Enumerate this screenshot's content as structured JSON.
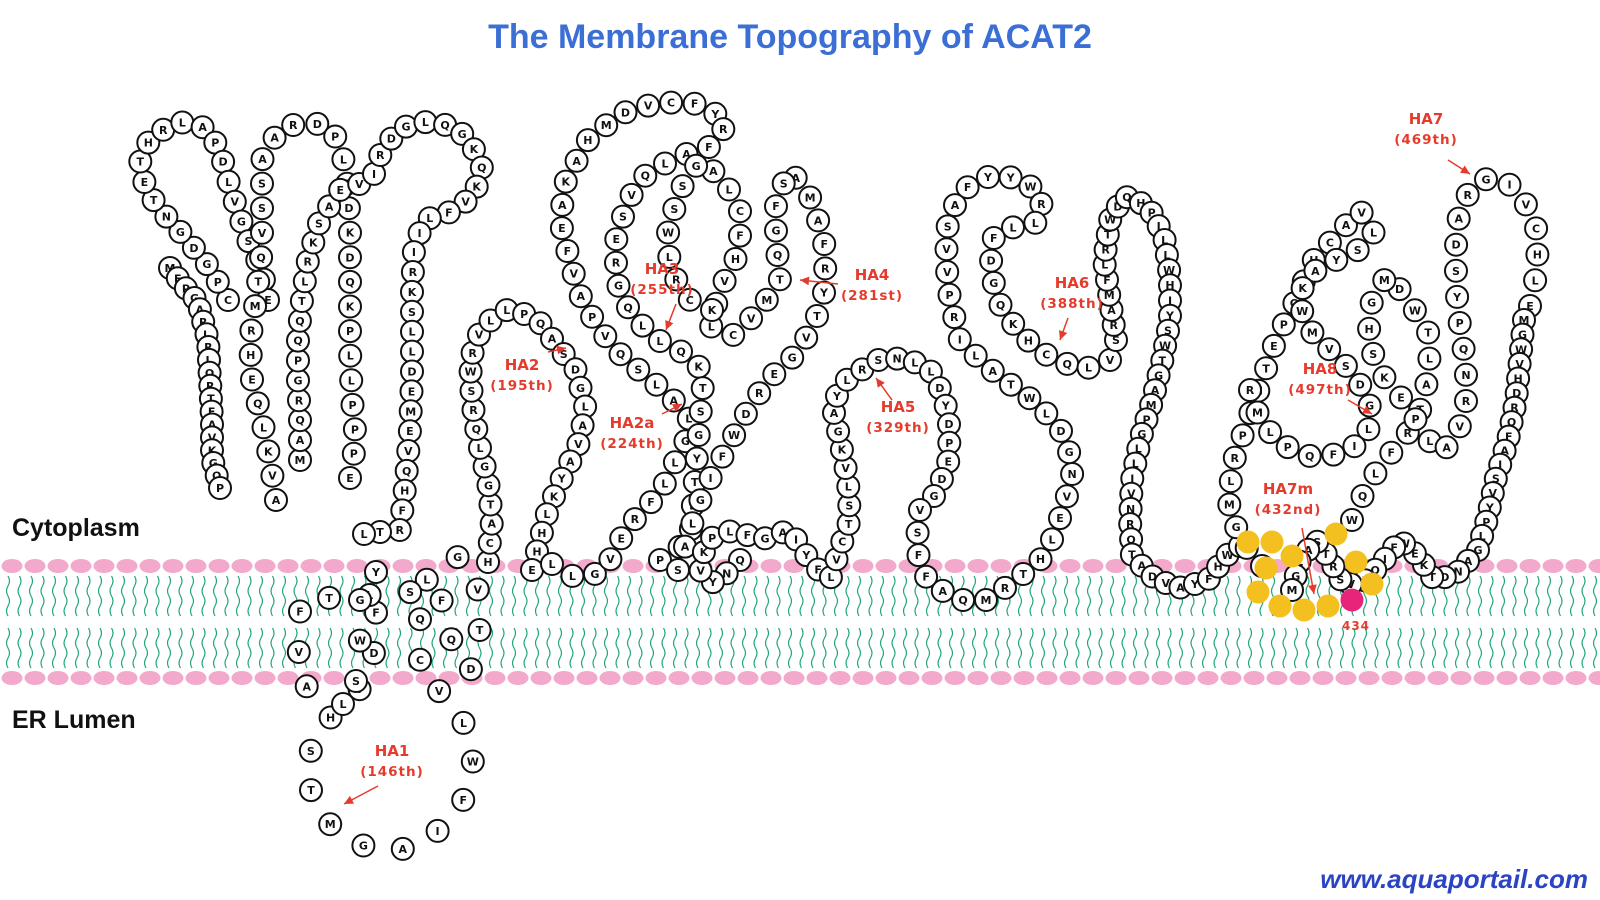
{
  "title": "The Membrane Topography of ACAT2",
  "regions": {
    "cytoplasm": "Cytoplasm",
    "lumen": "ER Lumen"
  },
  "watermark": "www.aquaportail.com",
  "catalytic_label": "434",
  "colors": {
    "title": "#3b6fd6",
    "annotation": "#e53b2c",
    "head_group": "#f3a9cc",
    "tail": "#1fa57c",
    "motif": "#f4c020",
    "catalytic": "#e8237a",
    "watermark": "#2a44c4",
    "residue_stroke": "#111111"
  },
  "annotations": [
    {
      "id": "HA1",
      "name": "HA1",
      "pos": "(146th)"
    },
    {
      "id": "HA2",
      "name": "HA2",
      "pos": "(195th)"
    },
    {
      "id": "HA2a",
      "name": "HA2a",
      "pos": "(224th)"
    },
    {
      "id": "HA3",
      "name": "HA3",
      "pos": "(255th)"
    },
    {
      "id": "HA4",
      "name": "HA4",
      "pos": "(281st)"
    },
    {
      "id": "HA5",
      "name": "HA5",
      "pos": "(329th)"
    },
    {
      "id": "HA6",
      "name": "HA6",
      "pos": "(388th)"
    },
    {
      "id": "HA7",
      "name": "HA7",
      "pos": "(469th)"
    },
    {
      "id": "HA7m",
      "name": "HA7m",
      "pos": "(432nd)"
    },
    {
      "id": "HA8",
      "name": "HA8",
      "pos": "(497th)"
    }
  ],
  "sequence": [
    {
      "id": "S1",
      "residues": "MEPGARLRLQRTEAVKGQP"
    },
    {
      "id": "S2",
      "residues": "CPGDGNTETHRLAPDLVGSGFE"
    },
    {
      "id": "S3",
      "residues": "AVKLQEHRMTQVSSAARDPLRDKDQKPLLPPPE"
    },
    {
      "id": "S4",
      "residues": "MAQRGPQQTLRKSAEVIRDGLQGKQKVFLIIRKSLLDEMEVQHFRT"
    },
    {
      "id": "S5",
      "residues": "LYFDIHSTMGAIFWLVCQLGVTDQFSLTFVALSWG"
    },
    {
      "id": "S6",
      "residues": "HCATGGLQRSWRVLLPQASDGLAVAYKLHHE"
    },
    {
      "id": "S7",
      "residues": "LLGVERFLLGLALSQVPAVFEAKAHMDVCFYRFALQVSERGQLLQKTSGYTERVP"
    },
    {
      "id": "S8",
      "residues": "SALGIFWDREGVTYRFAMASFGQTMVCLPVHFCLAGSSWLRCK"
    },
    {
      "id": "S9",
      "residues": "QNYVKPLFGAIYFLVCTSLVKGAYLRSNLLDYDPEDG"
    },
    {
      "id": "S10",
      "residues": "VSFFAQMRTHLEVNGDLWTALIRPVVSAFYYWRLLFDGQKHCQLV"
    },
    {
      "id": "S11",
      "residues": "SRAMFLRTWDQHPILLWHIYSWTGAMPGLLIVNRQTADVAYFHWR"
    },
    {
      "id": "S12",
      "residues": "GAGMLRPHNTEPQLHCAVLSYAKWMVSDGLIFQPLMR"
    },
    {
      "id": "S13",
      "residues": "WQLFRTALTWDMGHSKEPLAVRNQPYSDARGIVCHLE"
    },
    {
      "id": "S14",
      "residues": "MGWVHDRQFAISVYPLGANDTKEWFIQLVSRTSALGM"
    }
  ]
}
